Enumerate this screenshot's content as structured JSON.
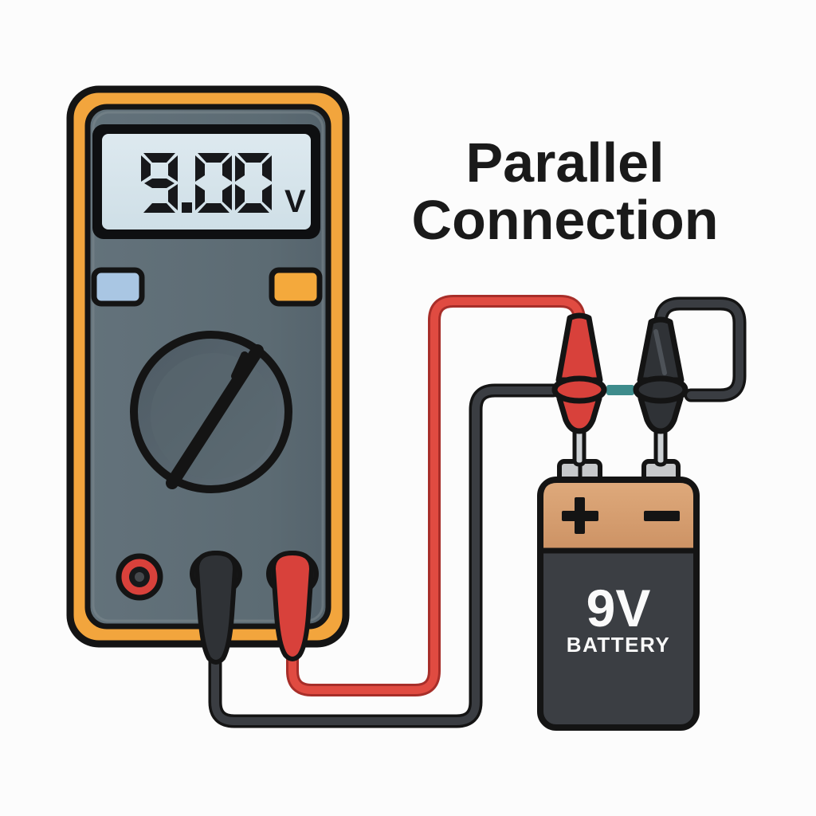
{
  "title": {
    "line1": "Parallel",
    "line2": "Connection"
  },
  "multimeter": {
    "display": {
      "value": "9.00",
      "unit": "V"
    },
    "buttons": {
      "left_color": "#a9c6e3",
      "right_color": "#f4a93c"
    }
  },
  "battery": {
    "voltage_label": "9V",
    "type_label": "BATTERY",
    "positive_symbol": "+",
    "negative_symbol": "−"
  },
  "colors": {
    "meter_body_orange": "#f2a53d",
    "meter_face_gray": "#5d6c74",
    "lcd_background": "#d7e4eb",
    "digit_black": "#17181b",
    "red_lead": "#e04b41",
    "red_lead_outline": "#a72e29",
    "black_lead": "#3a3d42",
    "black_lead_outline": "#141414",
    "probe_red": "#d8413b",
    "probe_black": "#2f3236",
    "probe_tip_silver": "#cdd1d4",
    "battery_top_tan": "#d79b6d",
    "battery_body_dark": "#3b3e43",
    "terminal_silver": "#c7c9cb",
    "gap_dash_teal": "#3e8c8c"
  }
}
